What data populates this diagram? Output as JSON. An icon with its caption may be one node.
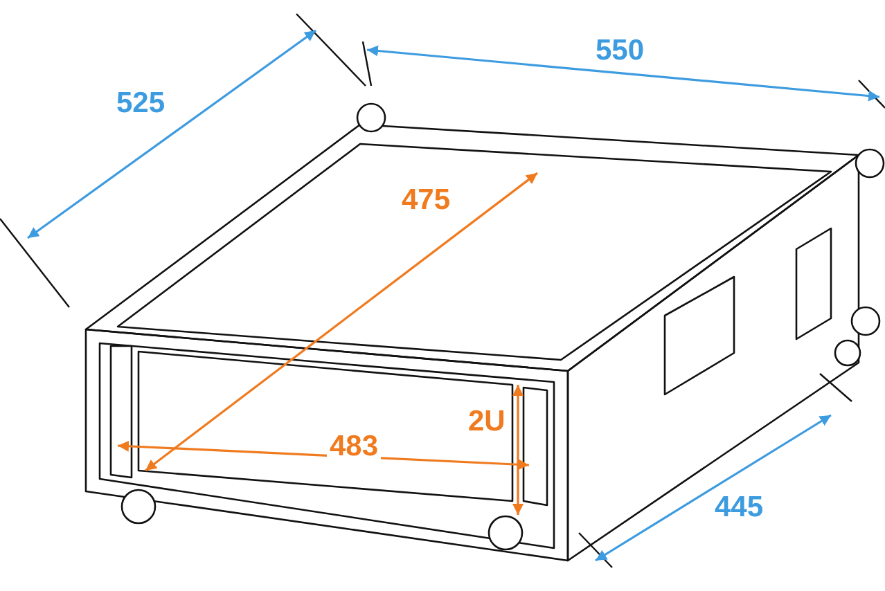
{
  "diagram": {
    "labels": [
      "525",
      "550",
      "475",
      "2U",
      "483",
      "445"
    ]
  }
}
